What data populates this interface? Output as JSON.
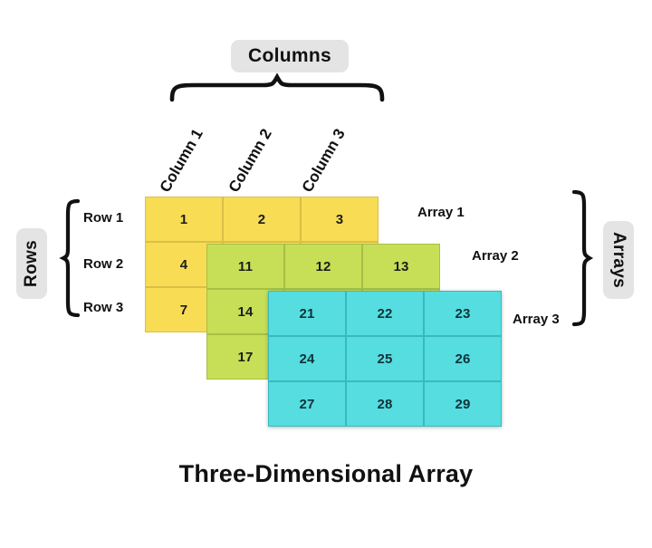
{
  "caption": "Three-Dimensional Array",
  "colors": {
    "array1": "#F8DC54",
    "array2": "#C6DF57",
    "array3": "#55DDE0",
    "badge": "#E4E4E4",
    "background": "#FFFFFF",
    "text": "#111111"
  },
  "groups": {
    "columns_label": "Columns",
    "rows_label": "Rows",
    "arrays_label": "Arrays"
  },
  "column_headers": [
    "Column 1",
    "Column 2",
    "Column 3"
  ],
  "row_headers": [
    "Row 1",
    "Row 2",
    "Row 3"
  ],
  "array_labels": [
    "Array 1",
    "Array 2",
    "Array 3"
  ],
  "chart_data": {
    "type": "table",
    "title": "Three-Dimensional Array",
    "xlabel": "Columns",
    "ylabel": "Rows",
    "zlabel": "Arrays",
    "categories": [
      "Column 1",
      "Column 2",
      "Column 3"
    ],
    "row_categories": [
      "Row 1",
      "Row 2",
      "Row 3"
    ],
    "series": [
      {
        "name": "Array 1",
        "color": "#F8DC54",
        "values": [
          [
            1,
            2,
            3
          ],
          [
            4,
            11,
            12
          ],
          [
            7,
            14,
            17
          ]
        ]
      },
      {
        "name": "Array 2",
        "color": "#C6DF57",
        "values": [
          [
            11,
            12,
            13
          ],
          [
            14,
            21,
            22
          ],
          [
            17,
            24,
            27
          ]
        ]
      },
      {
        "name": "Array 3",
        "color": "#55DDE0",
        "values": [
          [
            21,
            22,
            23
          ],
          [
            24,
            25,
            26
          ],
          [
            27,
            28,
            29
          ]
        ]
      }
    ]
  },
  "arrays": {
    "array1": {
      "name": "Array 1",
      "cells": [
        "1",
        "2",
        "3",
        "4",
        "11",
        "12",
        "7",
        "14",
        "17"
      ]
    },
    "array2": {
      "name": "Array 2",
      "cells": [
        "11",
        "12",
        "13",
        "14",
        "21",
        "22",
        "17",
        "24",
        "27"
      ]
    },
    "array3": {
      "name": "Array 3",
      "cells": [
        "21",
        "22",
        "23",
        "24",
        "25",
        "26",
        "27",
        "28",
        "29"
      ]
    }
  }
}
